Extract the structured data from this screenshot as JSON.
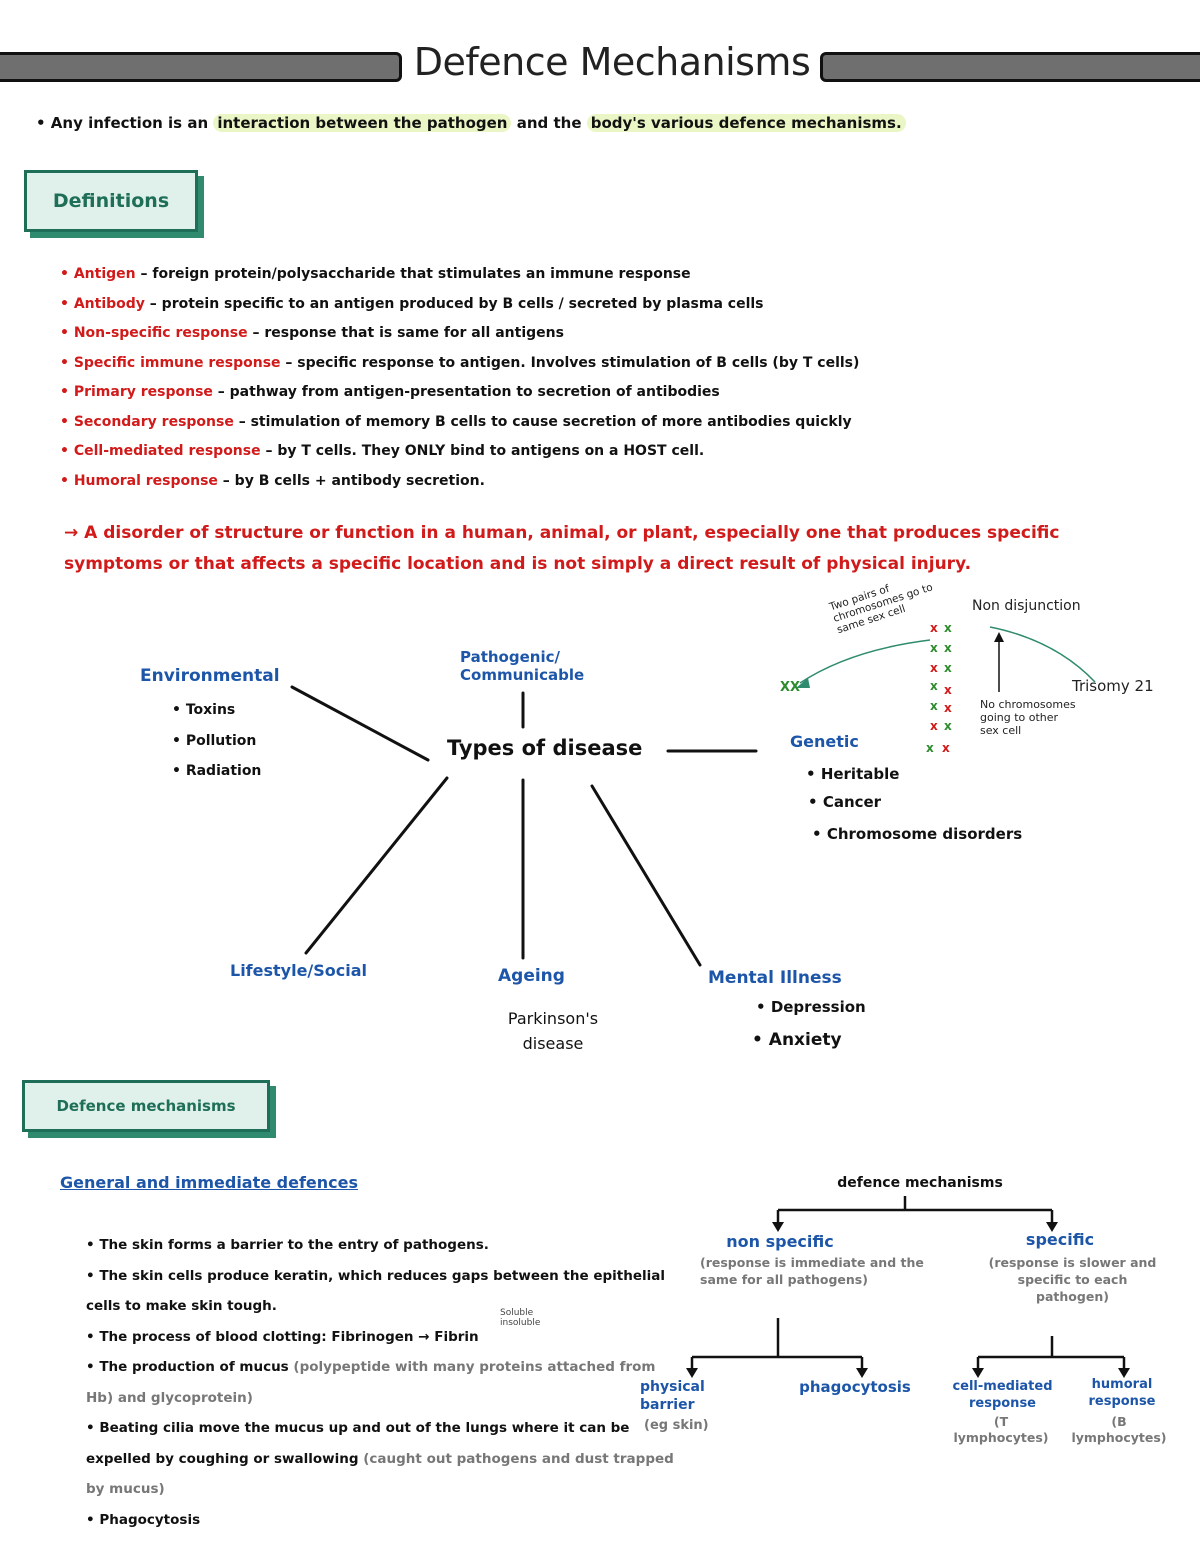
{
  "header": {
    "title": "Defence Mechanisms"
  },
  "intro": {
    "p1": "• Any infection is an ",
    "h1": "interaction between the pathogen",
    "p2": " and the ",
    "h2": "body's various defence mechanisms."
  },
  "definitions": {
    "heading": "Definitions",
    "items": [
      {
        "term": "Antigen",
        "text": " – foreign protein/polysaccharide that stimulates an immune response"
      },
      {
        "term": "Antibody",
        "text": " – protein specific to an antigen produced by B cells / secreted by plasma cells"
      },
      {
        "term": "Non-specific response",
        "text": " – response that is same for all antigens"
      },
      {
        "term": "Specific immune response",
        "text": " – specific response to antigen. Involves stimulation of B cells (by T cells)"
      },
      {
        "term": "Primary response",
        "text": " – pathway from antigen-presentation to secretion of antibodies"
      },
      {
        "term": "Secondary response",
        "text": " – stimulation of memory B cells to cause secretion of more antibodies quickly"
      },
      {
        "term": "Cell-mediated response",
        "text": " – by T cells. They ONLY bind to antigens on a HOST cell."
      },
      {
        "term": "Humoral response",
        "text": " – by B cells + antibody secretion."
      }
    ],
    "disease": "→ A disorder of structure or function in a human, animal, or plant, especially one that produces specific symptoms or that affects a specific location and is not simply a direct result of physical injury."
  },
  "mindmap": {
    "center": "Types of disease",
    "pathogenic": "Pathogenic/ Communicable",
    "environmental": "Environmental",
    "env_items": [
      "Toxins",
      "Pollution",
      "Radiation"
    ],
    "genetic": "Genetic",
    "gen_items": [
      "Heritable",
      "Cancer",
      "Chromosome disorders"
    ],
    "lifestyle": "Lifestyle/Social",
    "ageing": "Ageing",
    "ageing_item": "Parkinson's disease",
    "mental": "Mental Illness",
    "mental_items": [
      "Depression",
      "Anxiety"
    ],
    "note_two_pairs": "Two pairs of chromosomes go to same sex cell",
    "note_nondisjunction": "Non disjunction",
    "note_trisomy": "Trisomy 21",
    "note_no_chrom": "No chromosomes going to other sex cell",
    "x_pair": "XX"
  },
  "defence": {
    "heading": "Defence mechanisms",
    "general_heading": "General and immediate defences",
    "items": [
      {
        "main": "• The skin forms a barrier to the entry of pathogens.",
        "gray": ""
      },
      {
        "main": "• The skin cells produce keratin, which reduces gaps between the epithelial cells to make skin tough.",
        "gray": ""
      },
      {
        "main": "• The process of blood clotting: Fibrinogen → Fibrin",
        "gray": ""
      },
      {
        "main": "• The production of mucus ",
        "gray": "(polypeptide with many proteins attached from Hb) and glycoprotein)"
      },
      {
        "main": "• Beating cilia move the mucus up and out of the lungs where it can be expelled by coughing or swallowing ",
        "gray": "(caught out pathogens and dust trapped by mucus)"
      },
      {
        "main": "• Phagocytosis",
        "gray": ""
      }
    ],
    "note_soluble": "Soluble insoluble",
    "tree": {
      "root": "defence mechanisms",
      "nonspecific": "non specific",
      "nonspecific_note": "(response is immediate and the same for all pathogens)",
      "specific": "specific",
      "specific_note": "(response is slower and specific to each pathogen)",
      "physical": "physical barrier",
      "physical_note": "(eg skin)",
      "phagocytosis": "phagocytosis",
      "cellmediated": "cell-mediated response",
      "cellmediated_note": "(T lymphocytes)",
      "humoral": "humoral response",
      "humoral_note": "(B lymphocytes)"
    }
  },
  "colors": {
    "red": "#d11a1a",
    "blue": "#1d56a8",
    "green": "#1f6e57",
    "highlight": "#eaf6c6"
  }
}
